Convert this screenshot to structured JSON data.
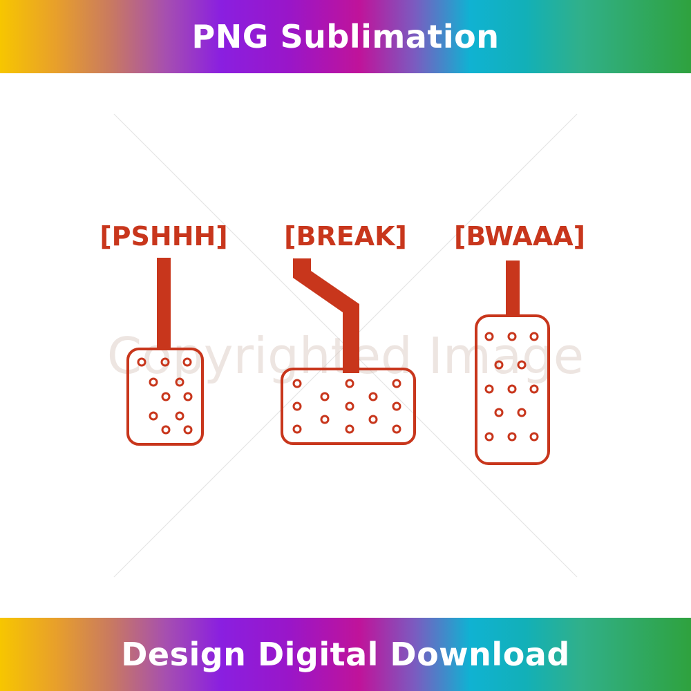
{
  "header": {
    "title": "PNG Sublimation"
  },
  "footer": {
    "title": "Design Digital Download"
  },
  "pedals": [
    {
      "label": "[PSHHH]"
    },
    {
      "label": "[BREAK]"
    },
    {
      "label": "[BWAAA]"
    }
  ],
  "watermark": {
    "text": "Copyrighted Image"
  },
  "colors": {
    "pedal": "#c8361c",
    "background": "#ffffff"
  }
}
